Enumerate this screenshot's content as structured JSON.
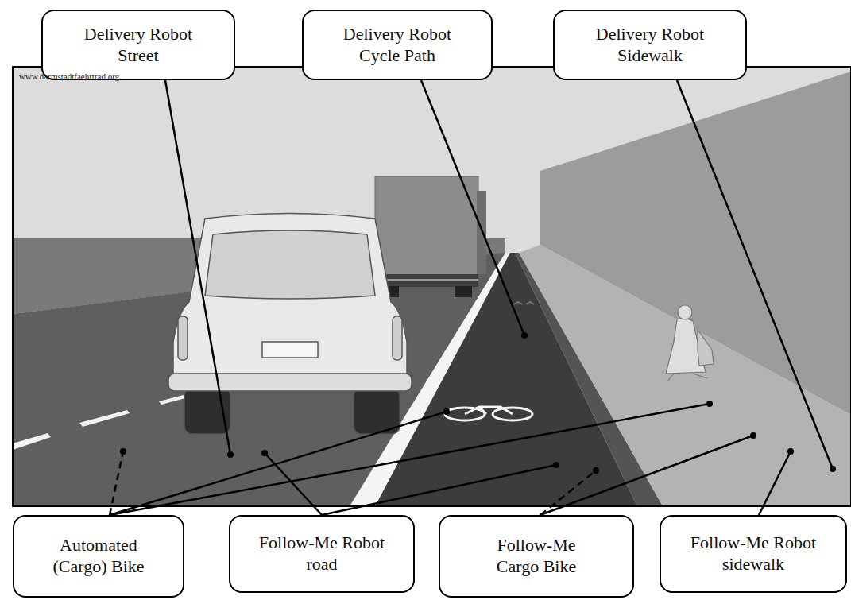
{
  "diagram": {
    "nodes": [
      {
        "text": [
          "Delivery Robot Street"
        ]
      },
      {
        "text": [
          "Delivery Robot Cycle Path"
        ]
      },
      {
        "text": [
          "Delivery Robot Sidewalk"
        ]
      },
      {
        "text": [
          "Automated (Cargo) Bike"
        ]
      },
      {
        "text": [
          "Follow-Me Robot road"
        ]
      },
      {
        "text": [
          "Follow-Me Cargo Bike"
        ]
      },
      {
        "text": [
          "Follow-Me Robot sidewalk"
        ]
      }
    ],
    "labels": [
      "www.darmstadtfaehrtrad.org"
    ]
  }
}
